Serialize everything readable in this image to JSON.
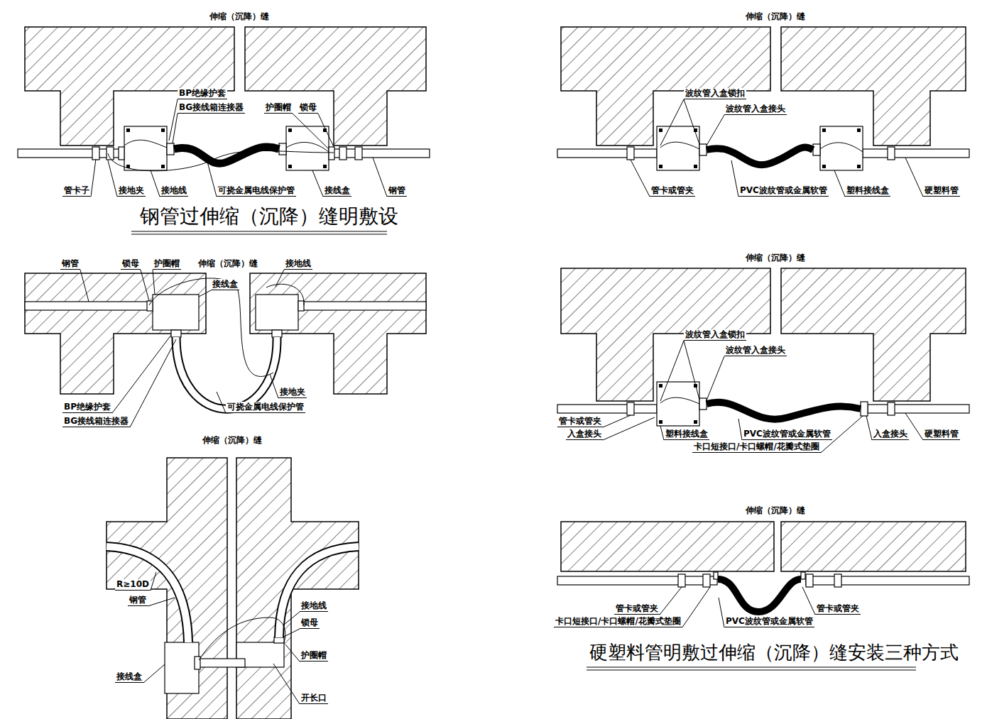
{
  "diagram": {
    "title": "钢管过伸缩（沉降）缝明敷设",
    "caption": "硬塑料管明敷过伸缩（沉降）缝安装三种方式",
    "labels": [
      "伸缩（沉降）缝",
      "BP绝缘护套",
      "BG接线箱连接器",
      "护圈帽",
      "锁母",
      "管卡子",
      "接地夹",
      "接地线",
      "可挠金属电线保护管",
      "接线盒",
      "钢管",
      "伸缩（沉降）缝",
      "钢管",
      "锁母",
      "护圈帽",
      "接线盒",
      "接地线",
      "接地夹",
      "可挠金属电线保护管",
      "BP绝缘护套",
      "BG接线箱连接器",
      "伸缩（沉降）缝",
      "R≥10D",
      "钢管",
      "接线盒",
      "接地线",
      "锁母",
      "护圈帽",
      "开长口",
      "伸缩（沉降）缝",
      "波纹管入盒锁扣",
      "波纹管入盒接头",
      "管卡或管夹",
      "PVC波纹管或金属软管",
      "塑料接线盒",
      "硬塑料管",
      "伸缩（沉降）缝",
      "波纹管入盒锁扣",
      "波纹管入盒接头",
      "管卡或管夹",
      "入盒接头",
      "塑料接线盒",
      "PVC波纹管或金属软管",
      "卡口短接口/卡口螺帽/花瓣式垫圈",
      "入盒接头",
      "硬塑料管",
      "伸缩（沉降）缝",
      "管卡或管夹",
      "卡口短接口/卡口螺帽/花瓣式垫圈",
      "PVC波纹管或金属软管",
      "管卡或管夹"
    ]
  }
}
